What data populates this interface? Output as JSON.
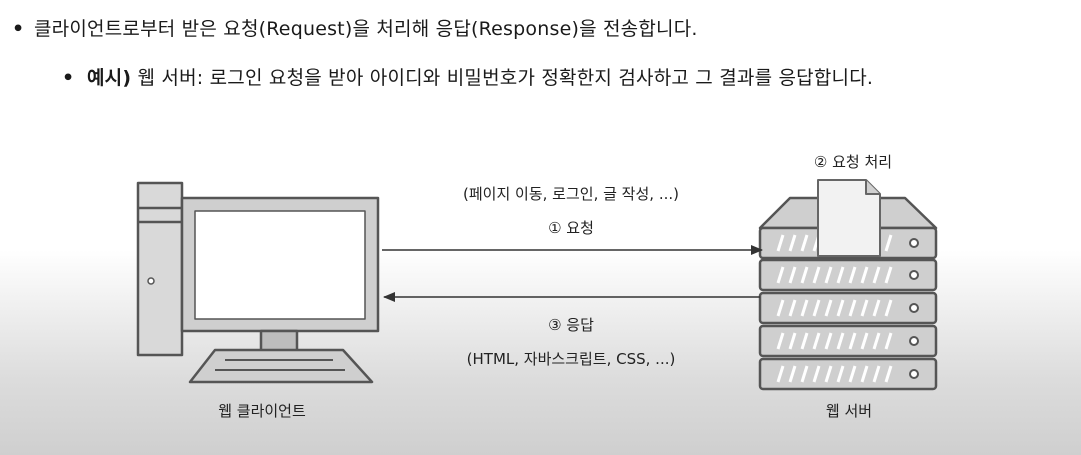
{
  "bullets": {
    "main_text": "클라이언트로부터 받은 요청(Request)을 처리해 응답(Response)을 전송합니다.",
    "example_label": "예시)",
    "example_text": " 웹 서버: 로그인 요청을 받아 아이디와 비밀번호가 정확한지 검사하고 그 결과를 응답합니다."
  },
  "diagram": {
    "client_label": "웹 클라이언트",
    "server_label": "웹 서버",
    "request_examples": "(페이지  이동, 로그인, 글 작성, ...)",
    "request_label": "① 요청",
    "process_label": "② 요청 처리",
    "response_label": "③ 응답",
    "response_examples": "(HTML, 자바스크립트, CSS, ...)"
  }
}
